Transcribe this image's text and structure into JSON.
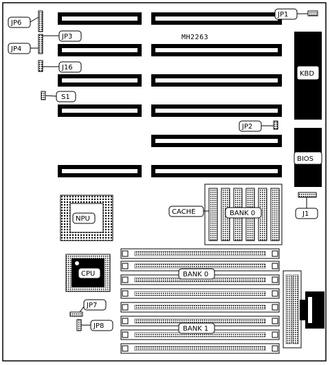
{
  "board": {
    "model": "MH2263",
    "labels": {
      "jp6": "JP6",
      "jp3": "JP3",
      "jp4": "JP4",
      "j16": "J16",
      "s1": "S1",
      "jp1": "JP1",
      "kbd": "KBD",
      "jp2": "JP2",
      "bios": "BIOS",
      "cache": "CACHE",
      "bank0_cache": "BANK 0",
      "j1": "J1",
      "npu": "NPU",
      "cpu": "CPU",
      "bank0_simm": "BANK 0",
      "jp7": "JP7",
      "jp8": "JP8",
      "bank1_simm": "BANK 1"
    }
  }
}
